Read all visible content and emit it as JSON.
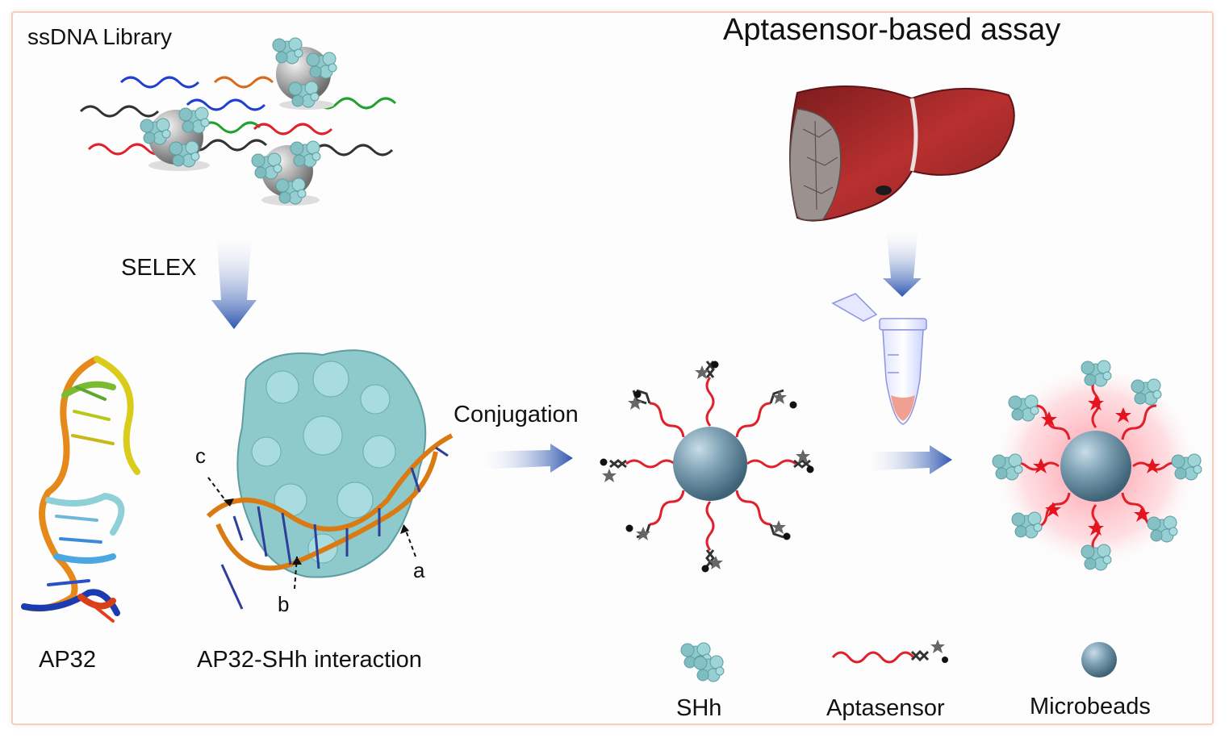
{
  "title": "Aptasensor-based assay",
  "labels": {
    "library": "ssDNA Library",
    "selex": "SELEX",
    "conjugation": "Conjugation",
    "ap32": "AP32",
    "interaction": "AP32-SHh interaction",
    "marker_a": "a",
    "marker_b": "b",
    "marker_c": "c"
  },
  "legend": [
    {
      "icon": "shh-protein-icon",
      "label": "SHh"
    },
    {
      "icon": "aptasensor-icon",
      "label": "Aptasensor"
    },
    {
      "icon": "microbead-icon",
      "label": "Microbeads"
    }
  ],
  "colors": {
    "arrow": "#3a5fb8",
    "protein": "#8ec9cc",
    "bead": "#6f93a6",
    "aptamer": "#e0202a",
    "liver": "#a8282a",
    "frame": "#f3cfc0"
  }
}
